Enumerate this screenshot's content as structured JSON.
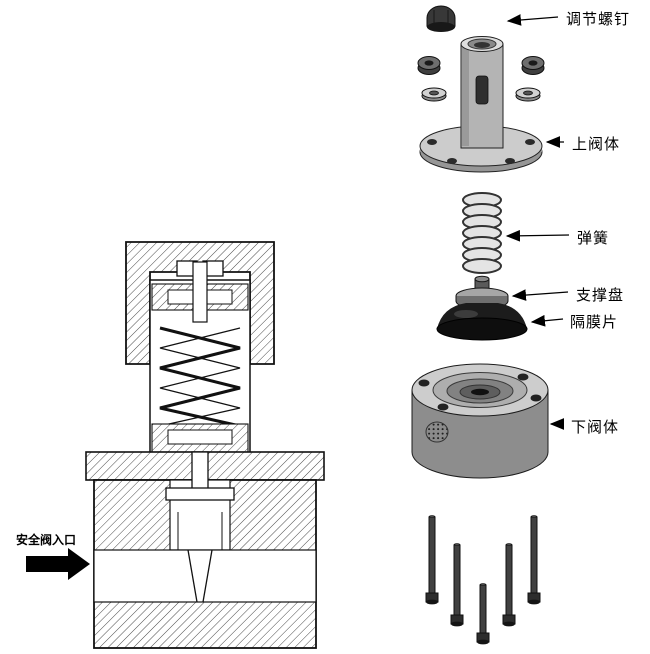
{
  "figure": {
    "kind": "safety-valve exploded and section diagram",
    "callouts": {
      "adjust_screw": "调节螺钉",
      "upper_body": "上阀体",
      "spring": "弹簧",
      "support_disc": "支撑盘",
      "diaphragm": "隔膜片",
      "lower_body": "下阀体"
    },
    "inlet_label": "安全阀入口"
  }
}
